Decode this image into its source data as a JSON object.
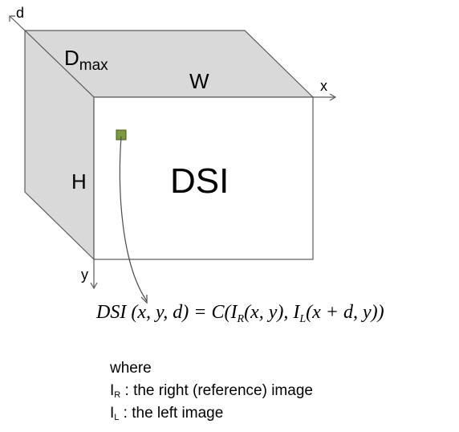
{
  "diagram": {
    "axis_d_label": "d",
    "axis_x_label": "x",
    "axis_y_label": "y",
    "depth_label_main": "D",
    "depth_label_sub": "max",
    "width_label": "W",
    "height_label": "H",
    "volume_label": "DSI",
    "colors": {
      "face_fill": "#d9d9d9",
      "front_fill": "#ffffff",
      "edge": "#5a5a5a",
      "pixel_fill": "#7f9a3e",
      "pixel_border": "#3f5a1a"
    }
  },
  "formula": {
    "lhs": "DSI",
    "args": "(x, y, d)",
    "equals": " = C(",
    "ir": "I",
    "ir_sub": "R",
    "ir_args": "(x, y)",
    "comma": ", ",
    "il": "I",
    "il_sub": "L",
    "il_args": "(x + d, y)",
    "close": ")"
  },
  "notes": {
    "where": "where",
    "ir_symbol": "I",
    "ir_sub": "R",
    "ir_text": " : the right (reference) image",
    "il_symbol": "I",
    "il_sub": "L",
    "il_text": " : the left image"
  }
}
